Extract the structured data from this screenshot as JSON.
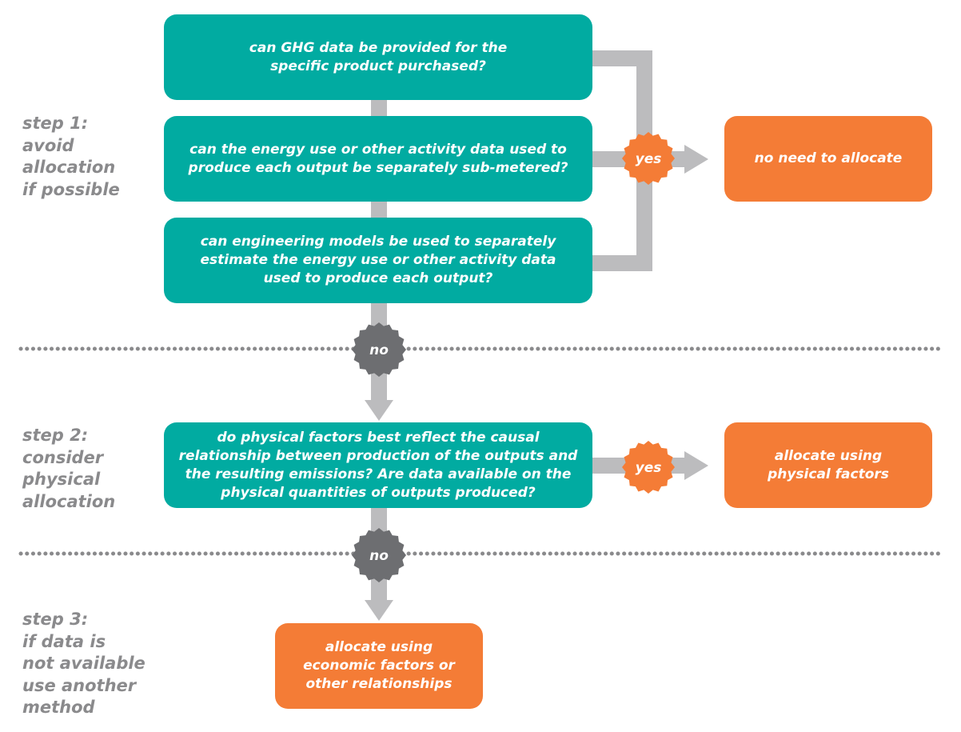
{
  "steps": [
    {
      "lines": [
        "step 1:",
        "avoid",
        "allocation",
        "if possible"
      ]
    },
    {
      "lines": [
        "step 2:",
        "consider",
        "physical",
        "allocation"
      ]
    },
    {
      "lines": [
        "step 3:",
        "if data is",
        "not available",
        "use another",
        "method"
      ]
    }
  ],
  "questions": [
    {
      "lines": [
        "can GHG data be provided for the",
        "specific product purchased?"
      ]
    },
    {
      "lines": [
        "can the energy use or other activity data used to",
        "produce each output be separately sub-metered?"
      ]
    },
    {
      "lines": [
        "can engineering models be used to separately",
        "estimate the energy use or other activity data",
        "used to produce each output?"
      ]
    },
    {
      "lines": [
        "do physical factors best reflect the causal",
        "relationship between production of the outputs and",
        "the resulting emissions? Are data available on the",
        "physical quantities of outputs produced?"
      ]
    }
  ],
  "outcomes": [
    {
      "lines": [
        "no need to allocate"
      ]
    },
    {
      "lines": [
        "allocate using",
        "physical factors"
      ]
    },
    {
      "lines": [
        "allocate using",
        "economic factors or",
        "other relationships"
      ]
    }
  ],
  "badges": {
    "yes_1": "yes",
    "yes_2": "yes",
    "no_1": "no",
    "no_2": "no"
  },
  "colors": {
    "teal": "#01aba1",
    "orange": "#f47c36",
    "connector": "#bcbcbe",
    "no_badge": "#6d6e71",
    "text_gray": "#8a8a8c"
  }
}
